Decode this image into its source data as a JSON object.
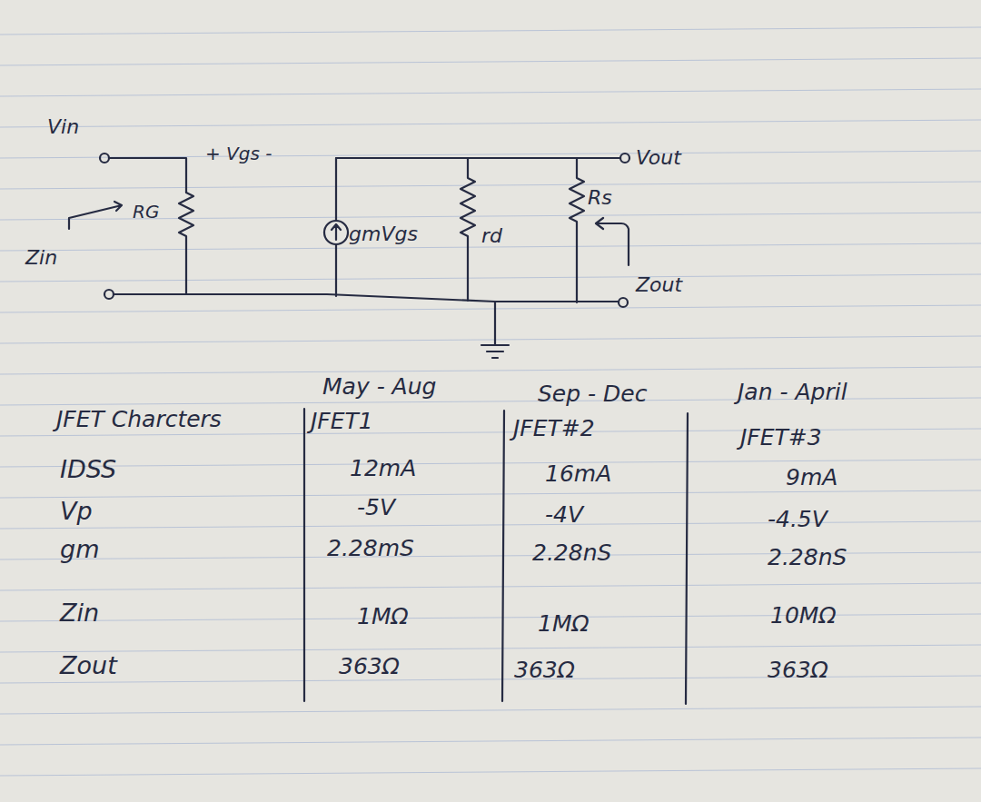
{
  "diagram": {
    "labels": [
      "Vin",
      "+ Vgs -",
      "Vout",
      "RG",
      "Zin",
      "gmVgs",
      "rd",
      "Rs",
      "Zout",
      "May - Aug",
      "Sep - Dec",
      "Jan - April",
      "JFET Charcters",
      "JFET1",
      "JFET#2",
      "JFET#3",
      "IDSS",
      "12mA",
      "16mA",
      "9mA",
      "Vp",
      "-5V",
      "-4V",
      "-4.5V",
      "gm",
      "2.28mS",
      "2.28nS",
      "2.28nS",
      "Zin",
      "1MΩ",
      "1MΩ",
      "10MΩ",
      "Zout",
      "363Ω",
      "363Ω",
      "363Ω"
    ]
  }
}
